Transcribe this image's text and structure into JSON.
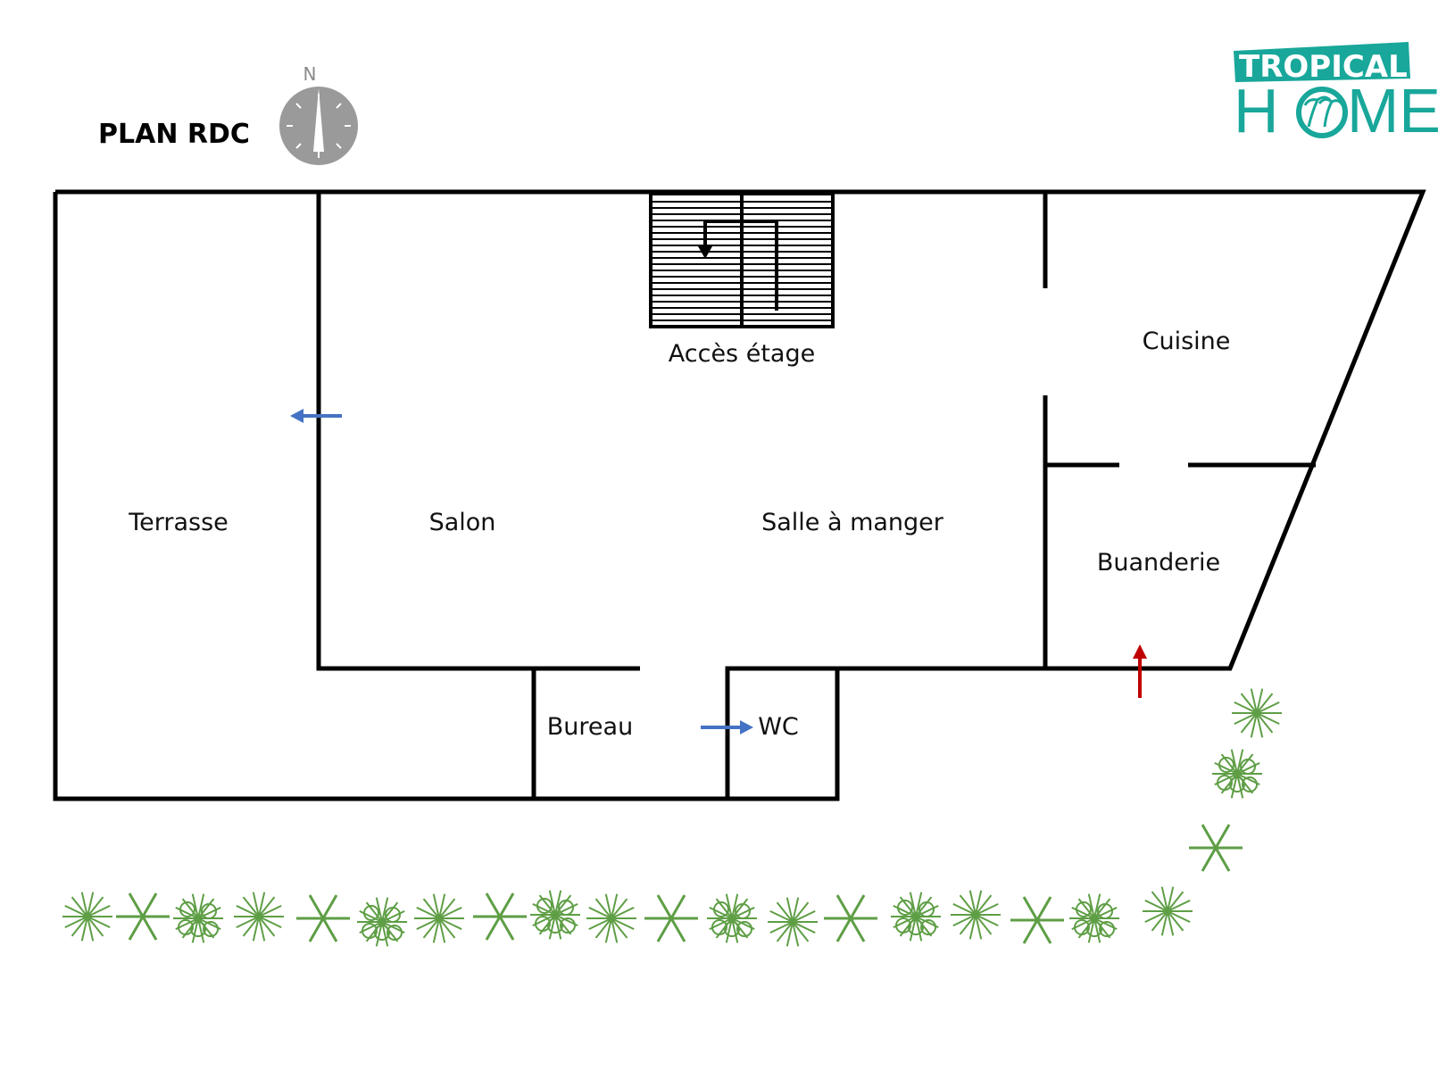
{
  "title": "PLAN RDC",
  "compass": {
    "north_label": "N",
    "icon": "compass-icon"
  },
  "logo": {
    "line1": "TROPICAL",
    "line2_a": "H",
    "line2_b": "ME",
    "icon": "palm-tree-icon",
    "color": "#18a79a"
  },
  "rooms": {
    "terrasse": "Terrasse",
    "salon": "Salon",
    "salle_a_manger": "Salle à manger",
    "acces_etage": "Accès étage",
    "cuisine": "Cuisine",
    "buanderie": "Buanderie",
    "bureau": "Bureau",
    "wc": "WC"
  },
  "colors": {
    "walls": "#000000",
    "arrow_blue": "#4472c4",
    "arrow_red": "#c00000",
    "plants": "#5e9e45",
    "compass": "#9a9a9a"
  },
  "icons": {
    "stairs": "stairs-icon",
    "plant": "plant-icon"
  }
}
